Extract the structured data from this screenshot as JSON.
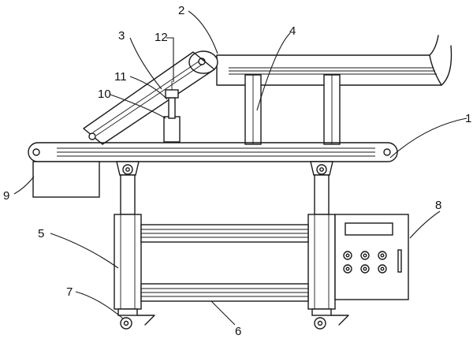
{
  "figure": {
    "labels": [
      "1",
      "2",
      "3",
      "4",
      "5",
      "6",
      "7",
      "8",
      "9",
      "10",
      "11",
      "12"
    ]
  }
}
